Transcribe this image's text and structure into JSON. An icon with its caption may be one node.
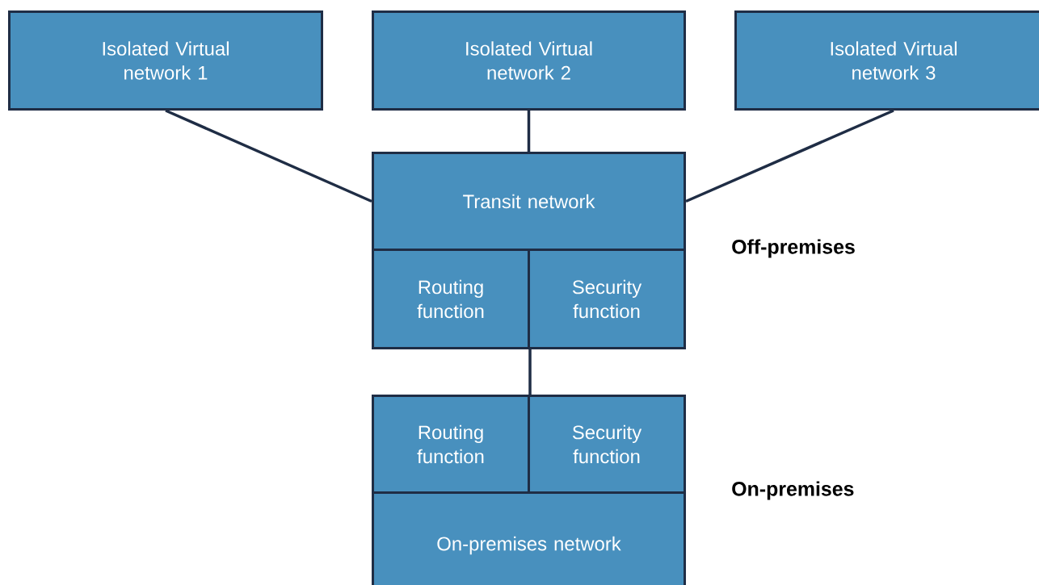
{
  "diagram": {
    "nodes": [
      {
        "text": [
          "Isolated Virtual network 1"
        ]
      },
      {
        "text": [
          "Isolated Virtual network 2"
        ]
      },
      {
        "text": [
          "Isolated Virtual network 3"
        ]
      },
      {
        "text": [
          "Transit network"
        ]
      },
      {
        "text": [
          "Routing function"
        ]
      },
      {
        "text": [
          "Security function"
        ]
      },
      {
        "text": [
          "Routing function"
        ]
      },
      {
        "text": [
          "Security function"
        ]
      },
      {
        "text": [
          "On-premises network"
        ]
      }
    ],
    "edges": [
      {
        "from": 0,
        "to": 3,
        "arrow": "none"
      },
      {
        "from": 1,
        "to": 3,
        "arrow": "none"
      },
      {
        "from": 2,
        "to": 3,
        "arrow": "none"
      },
      {
        "from": 4,
        "to": 6,
        "arrow": "none"
      }
    ],
    "labels": [
      "Off-premises",
      "On-premises"
    ]
  }
}
